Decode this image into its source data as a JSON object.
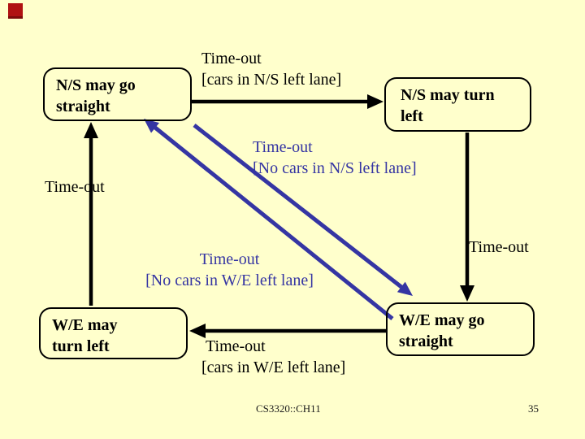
{
  "slide": {
    "background_color": "#FFFFCC",
    "colors": {
      "arrow_black": "#000000",
      "arrow_blue": "#3535A3",
      "corner_red": "#B01212"
    },
    "footer": {
      "course": "CS3320::CH11",
      "page_number": "35"
    }
  },
  "states": [
    {
      "name": "ns-go-straight",
      "line1": "N/S may go",
      "line2": "straight"
    },
    {
      "name": "ns-turn-left",
      "line1": "N/S may turn",
      "line2": "left"
    },
    {
      "name": "we-turn-left",
      "line1": "W/E may",
      "line2": "turn left"
    },
    {
      "name": "we-go-straight",
      "line1": "W/E may go",
      "line2": "straight"
    }
  ],
  "transitions": {
    "top": {
      "line1": "Time-out",
      "line2": "[cars in N/S left lane]"
    },
    "left": {
      "line1": "Time-out"
    },
    "right": {
      "line1": "Time-out"
    },
    "bottom": {
      "line1": "Time-out",
      "line2": "[cars in W/E left lane]"
    },
    "diag_ns": {
      "line1": "Time-out",
      "line2": "[No cars in N/S left lane]"
    },
    "diag_we": {
      "line1": "Time-out",
      "line2": "[No cars in W/E left lane]"
    }
  }
}
